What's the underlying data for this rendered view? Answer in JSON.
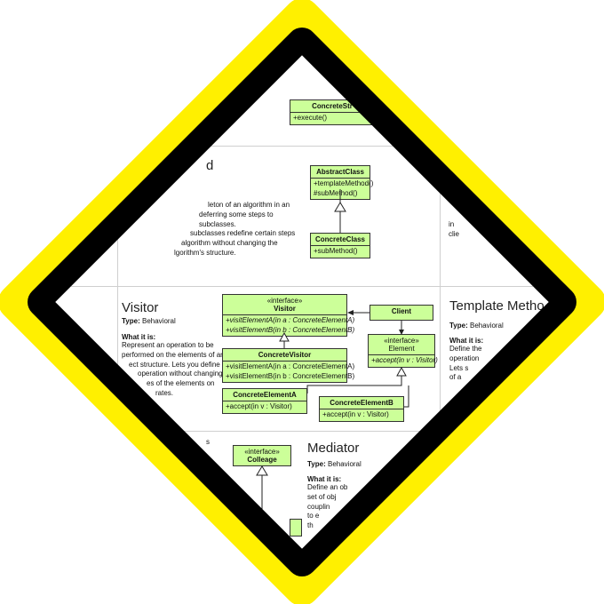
{
  "strategy": {
    "class_name": "ConcreteStr",
    "ops": [
      "+execute()"
    ]
  },
  "template_top": {
    "title_fragment": "d",
    "desc_lines": [
      "leton of an algorithm in an",
      "deferring some steps to subclasses.",
      "subclasses redefine certain steps",
      "algorithm without changing the",
      "lgorithm's structure."
    ],
    "abstract_class": {
      "name": "AbstractClass",
      "ops": [
        "+templateMethod()",
        "#subMethod()"
      ]
    },
    "concrete_class": {
      "name": "ConcreteClass",
      "ops": [
        "+subMethod()"
      ]
    },
    "right_fragments": [
      "in",
      "clie"
    ]
  },
  "visitor": {
    "title": "Visitor",
    "type_label": "Type:",
    "type_value": "Behavioral",
    "what_label": "What it is:",
    "desc_lines": [
      "Represent an operation to be",
      "performed on the elements of an",
      "ect structure. Lets you define a",
      "operation without changing",
      "es of the elements on",
      "rates."
    ],
    "visitor_iface": {
      "stereotype": "«interface»",
      "name": "Visitor",
      "ops": [
        "+visitElementA(in a : ConcreteElementA)",
        "+visitElementB(in b : ConcreteElementB)"
      ]
    },
    "client": {
      "name": "Client"
    },
    "element_iface": {
      "stereotype": "«interface»",
      "name": "Element",
      "ops": [
        "+accept(in v : Visitor)"
      ]
    },
    "concrete_visitor": {
      "name": "ConcreteVisitor",
      "ops": [
        "+visitElementA(in a : ConcreteElementA)",
        "+visitElementB(in b : ConcreteElementB)"
      ]
    },
    "element_a": {
      "name": "ConcreteElementA",
      "ops": [
        "+accept(in v : Visitor)"
      ]
    },
    "element_b": {
      "name": "ConcreteElementB",
      "ops": [
        "+accept(in v : Visitor)"
      ]
    }
  },
  "template_right": {
    "title": "Template Metho",
    "type_label": "Type:",
    "type_value": "Behavioral",
    "what_label": "What it is:",
    "desc_lines": [
      "Define the",
      "operation",
      "Lets s",
      "of a"
    ]
  },
  "mediator": {
    "title": "Mediator",
    "type_label": "Type:",
    "type_value": "Behavioral",
    "what_label": "What it is:",
    "desc_lines": [
      "Define an ob",
      "set of obj",
      "couplin",
      "to e",
      "th"
    ],
    "colleague_iface": {
      "stereotype": "«interface»",
      "name": "Colleage"
    },
    "left_fragment": "s"
  },
  "colors": {
    "frame_yellow": "#fff000",
    "frame_black": "#000000",
    "uml_fill": "#ccff99"
  }
}
